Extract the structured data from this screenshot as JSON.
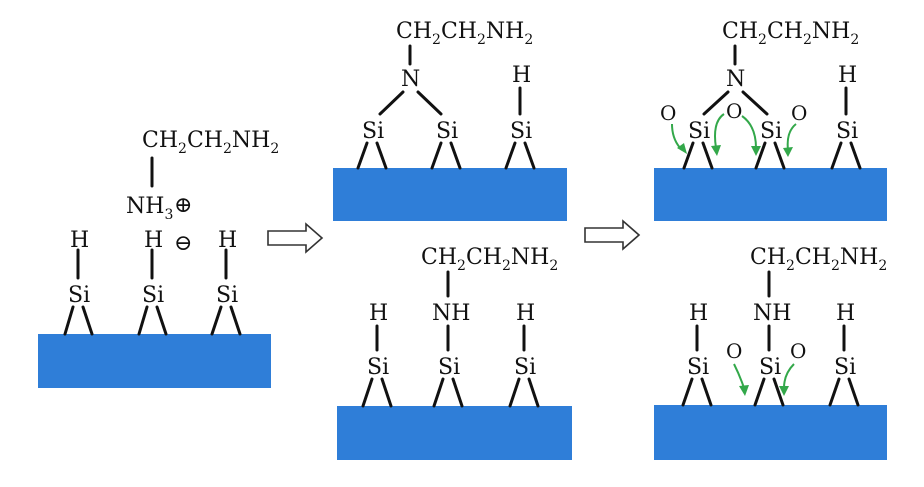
{
  "colors": {
    "substrate": "#2f7ed8",
    "bond": "#111111",
    "oxygen_arrow": "#33a84a",
    "process_arrow": "#333333"
  },
  "labels": {
    "H": "H",
    "Si": "Si",
    "N": "N",
    "NH": "NH",
    "O": "O",
    "NH3": "NH",
    "NH3_sub": "3",
    "plus": "⊕",
    "minus": "⊖",
    "chain": {
      "ch1": "CH",
      "s1": "2",
      "ch2": "CH",
      "s2": "2",
      "nh": "NH",
      "s3": "2"
    }
  },
  "icons": {
    "process_arrow": "hollow-right-arrow-icon",
    "oxygen_arrow": "curved-green-arrow-icon"
  }
}
